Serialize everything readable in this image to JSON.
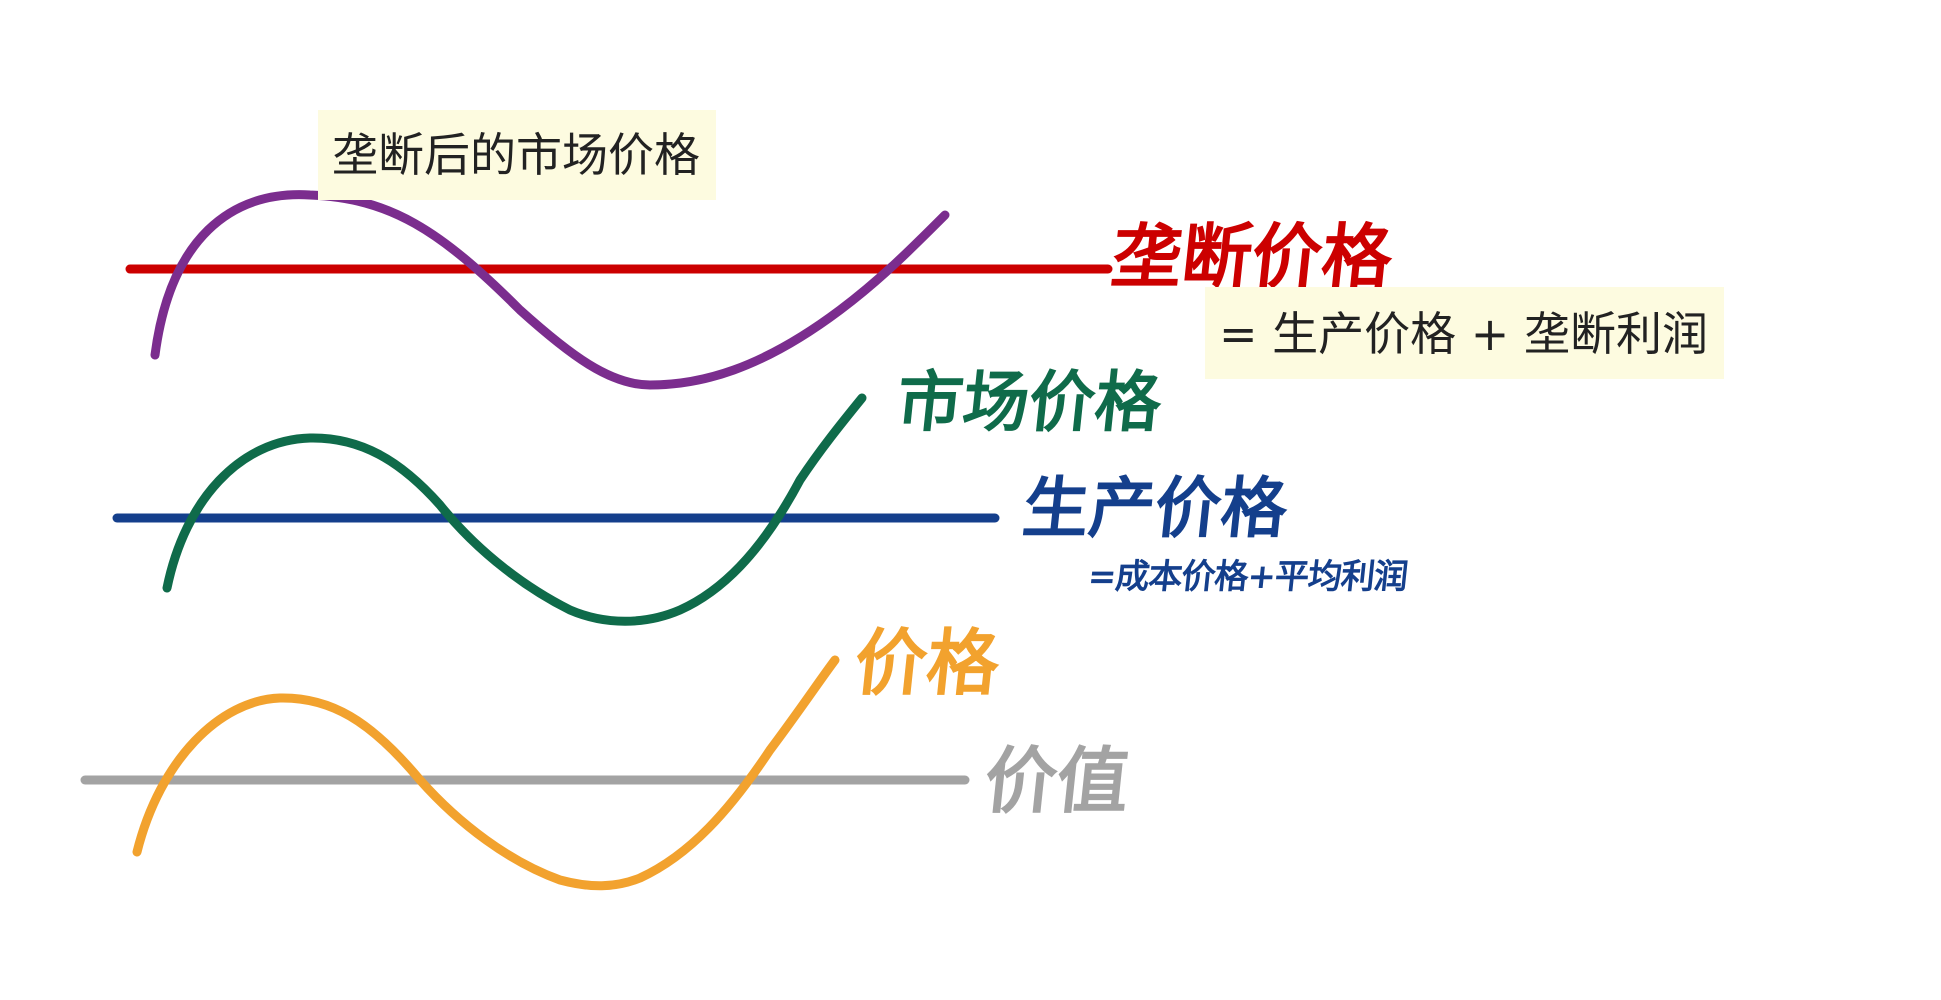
{
  "annotations": {
    "monopoly_market_price": "垄断后的市场价格",
    "monopoly_price_formula": "= 生产价格 + 垄断利润"
  },
  "labels": {
    "monopoly_price": "垄断价格",
    "market_price": "市场价格",
    "production_price": "生产价格",
    "production_price_formula": "=成本价格+平均利润",
    "price": "价格",
    "value": "价值"
  },
  "colors": {
    "monopoly": "#cc0000",
    "monopoly_market": "#7b2d8e",
    "market": "#0f6b4a",
    "production": "#143f8c",
    "price": "#f2a22e",
    "value": "#a3a3a3",
    "note_bg": "#fdfbe0"
  }
}
